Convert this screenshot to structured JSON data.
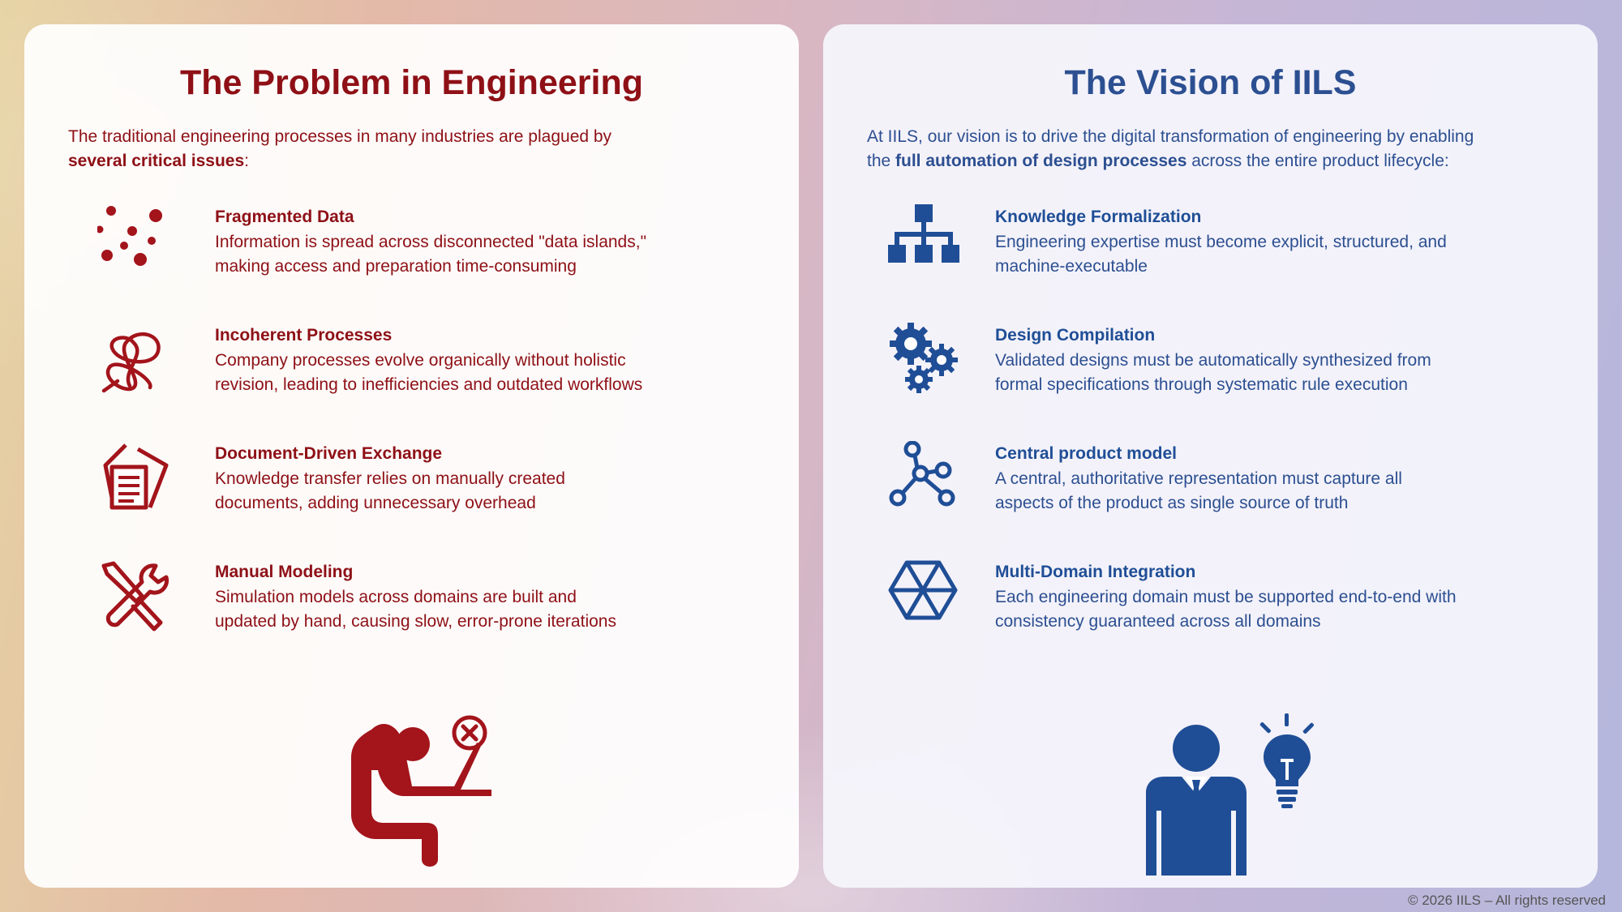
{
  "left": {
    "title": "The Problem in Engineering",
    "intro_text": "The traditional engineering processes in many industries are plagued by ",
    "intro_bold": "several critical issues",
    "intro_end": ":",
    "items": [
      {
        "heading": "Fragmented Data",
        "line1": "Information is spread across disconnected \"data islands,\"",
        "line2": "making access and preparation time-consuming",
        "icon": "scattered-dots-icon"
      },
      {
        "heading": "Incoherent Processes",
        "line1": "Company processes evolve organically without holistic",
        "line2": "revision, leading to inefficiencies and outdated workflows",
        "icon": "tangled-line-icon"
      },
      {
        "heading": "Document-Driven Exchange",
        "line1": "Knowledge transfer relies on manually created",
        "line2": "documents, adding unnecessary overhead",
        "icon": "document-stack-icon"
      },
      {
        "heading": "Manual Modeling",
        "line1": "Simulation models across domains are built and",
        "line2": "updated by hand, causing slow, error-prone iterations",
        "icon": "tools-icon"
      }
    ],
    "color": "#8e1016"
  },
  "right": {
    "title": "The Vision of IILS",
    "intro_text": "At IILS, our vision is to drive the digital transformation of engineering by enabling",
    "intro_text2": "the ",
    "intro_bold": "full automation of design processes",
    "intro_end": " across the entire product lifecycle:",
    "items": [
      {
        "heading": "Knowledge Formalization",
        "line1": "Engineering expertise must become explicit, structured, and",
        "line2": "machine-executable",
        "icon": "hierarchy-icon"
      },
      {
        "heading": "Design Compilation",
        "line1": "Validated designs must be automatically synthesized from",
        "line2": "formal specifications through systematic rule execution",
        "icon": "gears-icon"
      },
      {
        "heading": "Central product model",
        "line1": "A central, authoritative representation must capture all",
        "line2": "aspects of the product as single source of truth",
        "icon": "network-nodes-icon"
      },
      {
        "heading": "Multi-Domain Integration",
        "line1": "Each engineering domain must be supported end-to-end with",
        "line2": "consistency guaranteed across all domains",
        "icon": "hexagon-icon"
      }
    ],
    "color": "#1f4e96"
  },
  "footer": "© 2026 IILS – All rights reserved"
}
